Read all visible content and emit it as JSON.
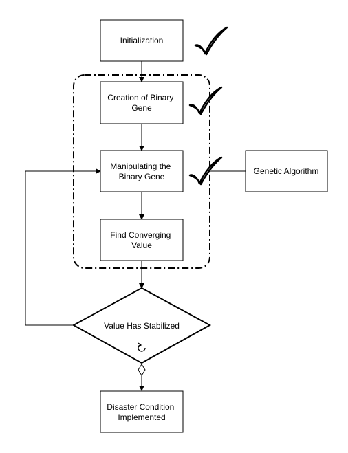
{
  "nodes": {
    "initialization": {
      "lines": [
        "Initialization"
      ]
    },
    "creation": {
      "lines": [
        "Creation of Binary",
        "Gene"
      ]
    },
    "manipulating": {
      "lines": [
        "Manipulating the",
        "Binary Gene"
      ]
    },
    "find_converging": {
      "lines": [
        "Find Converging",
        "Value"
      ]
    },
    "genetic_algorithm": {
      "lines": [
        "Genetic Algorithm"
      ]
    },
    "value_stabilized": {
      "lines": [
        "Value Has Stabilized"
      ]
    },
    "disaster": {
      "lines": [
        "Disaster Condition",
        "Implemented"
      ]
    }
  },
  "icons": {
    "checkmarks": [
      "checkmark-icon",
      "checkmark-icon",
      "checkmark-icon"
    ],
    "loop": "loop-arrow-icon",
    "decision_marker": "diamond-marker-icon"
  },
  "colors": {
    "stroke": "#000000",
    "fill": "#ffffff"
  }
}
